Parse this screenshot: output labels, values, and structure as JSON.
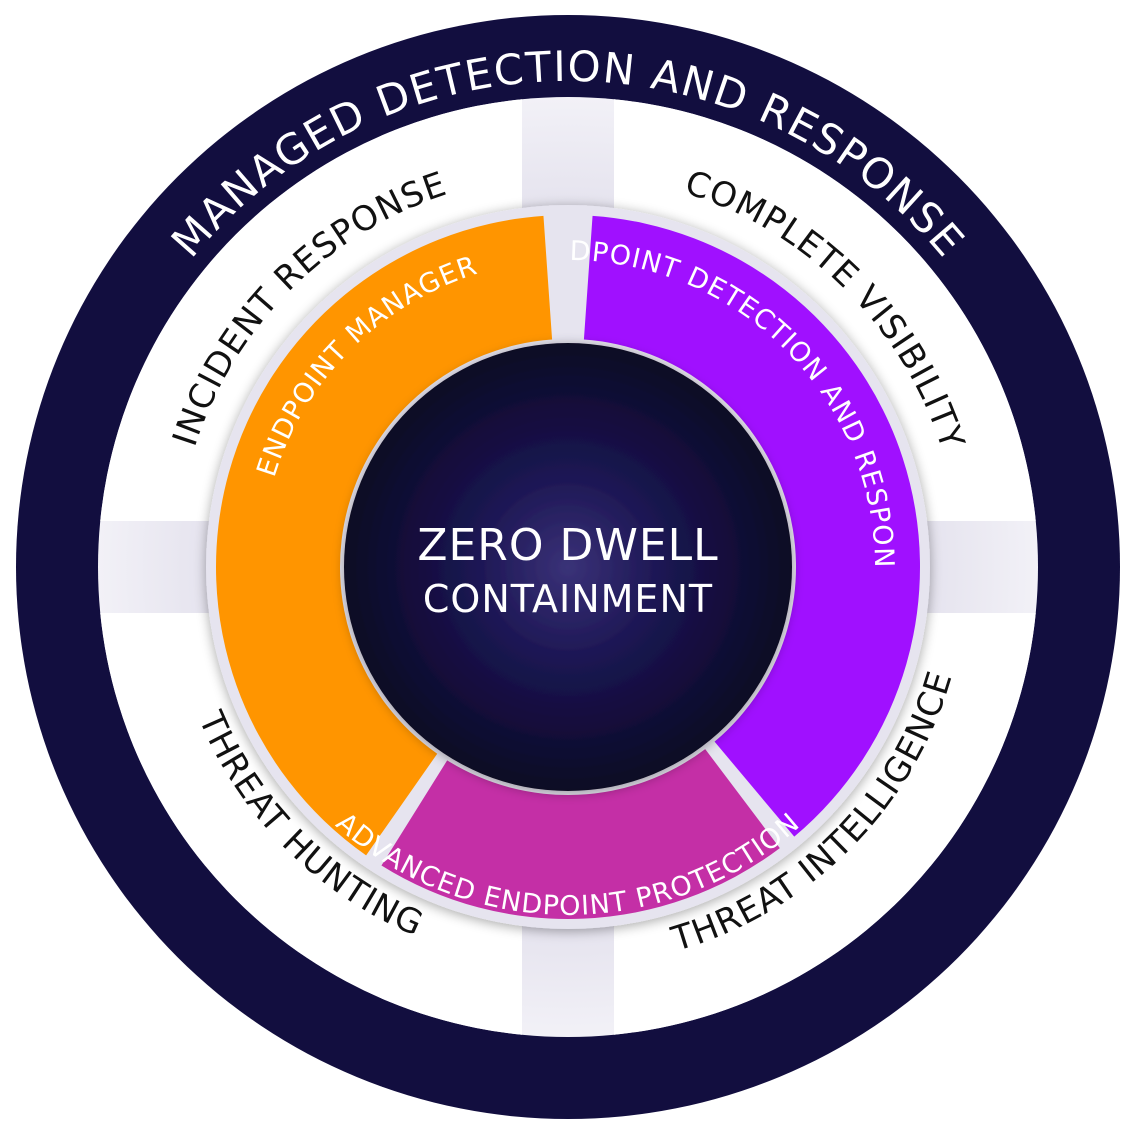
{
  "title": "MANAGED DETECTION AND RESPONSE",
  "quadrants": [
    {
      "id": "incident-response",
      "label": "INCIDENT RESPONSE"
    },
    {
      "id": "complete-visibility",
      "label": "COMPLETE VISIBILITY"
    },
    {
      "id": "threat-intelligence",
      "label": "THREAT INTELLIGENCE"
    },
    {
      "id": "threat-hunting",
      "label": "THREAT HUNTING"
    }
  ],
  "segments": [
    {
      "id": "endpoint-manager",
      "label": "ENDPOINT MANAGER",
      "color": "#FF9500"
    },
    {
      "id": "endpoint-detection-and-response",
      "label": "ENDPOINT DETECTION AND RESPONSE",
      "color": "#A010FF"
    },
    {
      "id": "advanced-endpoint-protection",
      "label": "ADVANCED ENDPOINT PROTECTION",
      "color": "#C42FA6"
    }
  ],
  "center": {
    "line1": "ZERO DWELL",
    "line2": "CONTAINMENT"
  },
  "colors": {
    "outer_ring": "#120E3F",
    "quad_fill": "#FFFFFF",
    "gap_fill": "#E4E2EE",
    "center_fill": "#0B0824"
  }
}
